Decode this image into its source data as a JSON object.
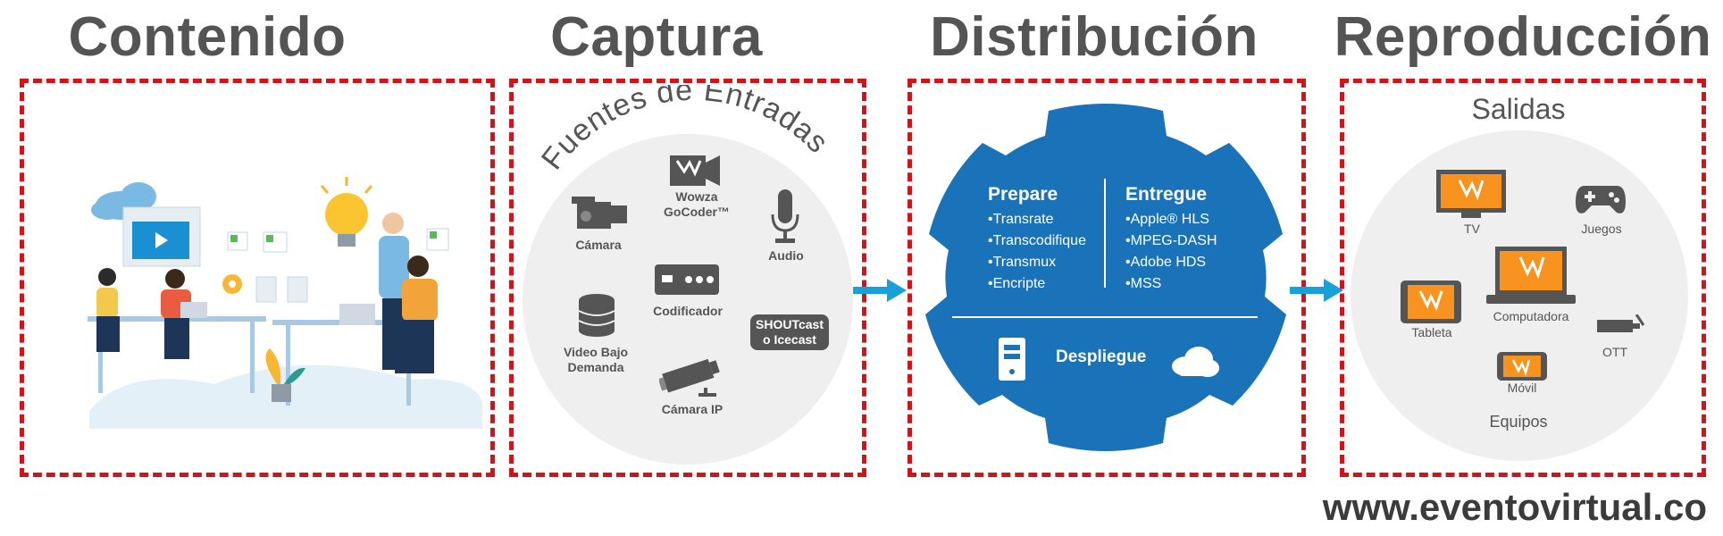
{
  "headings": {
    "contenido": "Contenido",
    "captura": "Captura",
    "distribucion": "Distribución",
    "reproduccion": "Reproducción"
  },
  "captura": {
    "arc_title": "Fuentes de Entradas",
    "sources": {
      "wowza_line1": "Wowza",
      "wowza_line2": "GoCoder™",
      "camara": "Cámara",
      "audio": "Audio",
      "codificador": "Codificador",
      "shoutcast_line1": "SHOUTcast",
      "shoutcast_line2": "o Icecast",
      "vod_line1": "Video Bajo",
      "vod_line2": "Demanda",
      "camara_ip": "Cámara IP"
    }
  },
  "distribucion": {
    "prepare": {
      "title": "Prepare",
      "items": [
        "Transrate",
        "Transcodifique",
        "Transmux",
        "Encripte"
      ]
    },
    "entregue": {
      "title": "Entregue",
      "items": [
        "Apple® HLS",
        "MPEG-DASH",
        "Adobe HDS",
        "MSS"
      ]
    },
    "despliegue": "Despliegue"
  },
  "reproduccion": {
    "arc_title": "Salidas",
    "devices": {
      "tv": "TV",
      "juegos": "Juegos",
      "computadora": "Computadora",
      "tableta": "Tableta",
      "ott": "OTT",
      "movil": "Móvil"
    },
    "footer": "Equipos"
  },
  "url": "www.eventovirtual.co",
  "colors": {
    "dash_red": "#d0141c",
    "gear_blue": "#1a73b8",
    "arrow_blue": "#1aa0d8",
    "device_orange": "#f7931e",
    "heading_gray": "#545454"
  }
}
